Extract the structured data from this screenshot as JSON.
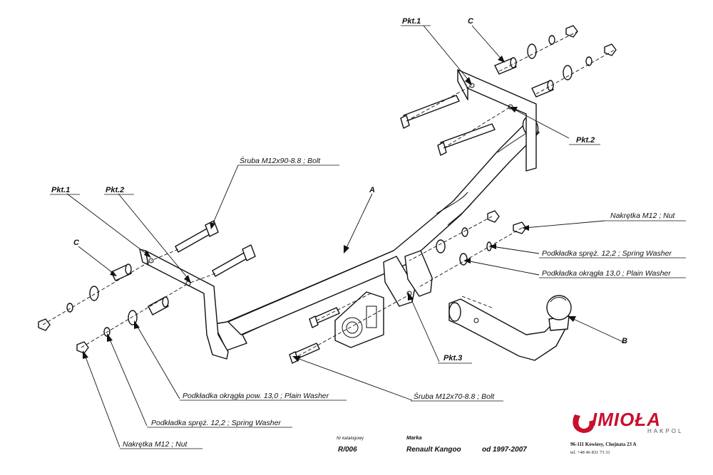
{
  "labels": {
    "bolt90": "Śruba M12x90-8.8 ;  Bolt",
    "part_a": "A",
    "part_b": "B",
    "part_c_left": "C",
    "part_c_right": "C",
    "pkt1_left": "Pkt.1",
    "pkt2_left": "Pkt.2",
    "pkt1_right": "Pkt.1",
    "pkt2_right": "Pkt.2",
    "pkt3": "Pkt.3",
    "nut_right": "Nakrętka  M12 ; Nut",
    "spring_right": "Podkładka spręż. 12,2 ; Spring Washer",
    "plain_right": "Podkładka okrągła 13,0 ; Plain Washer",
    "plain_left": "Podkładka okrągła pow. 13,0 ; Plain Washer",
    "bolt70": "Śruba M12x70-8.8 ;  Bolt",
    "spring_left": "Podkładka spręż. 12,2 ; Spring Washer",
    "nut_left": "Nakrętka  M12 ; Nut"
  },
  "title_block": {
    "catalog_label": "Nr katalogowy",
    "catalog_value": "R/006",
    "brand_label": "Marka",
    "brand_value": "Renault Kangoo",
    "date_value": "od 1997-2007"
  },
  "logo": {
    "name": "IMIOŁA",
    "sub": "HAKPOL",
    "address": "96-111 Kowiesy,  Chojnata 23 A",
    "phone": "tel. +48 46 831 73 31",
    "accent_color": "#c8102e"
  }
}
